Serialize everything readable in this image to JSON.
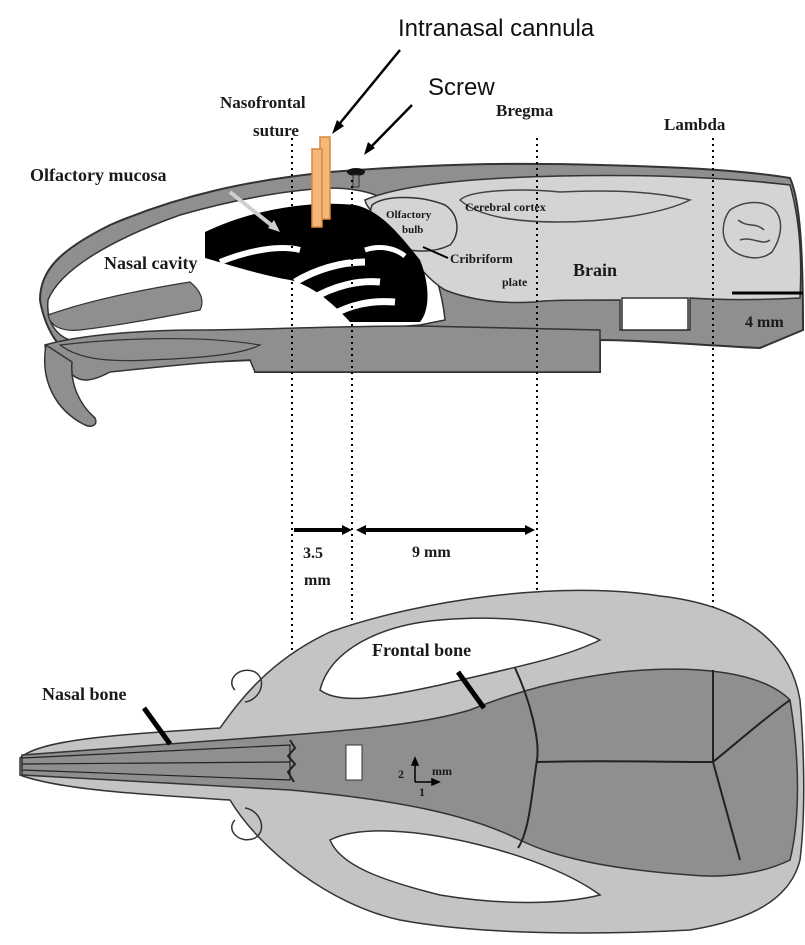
{
  "labels": {
    "intranasal_cannula": "Intranasal cannula",
    "screw": "Screw",
    "nasofrontal_line1": "Nasofrontal",
    "nasofrontal_line2": "suture",
    "bregma": "Bregma",
    "lambda": "Lambda",
    "olfactory_mucosa": "Olfactory mucosa",
    "olfactory_bulb_line1": "Olfactory",
    "olfactory_bulb_line2": "bulb",
    "cerebral_cortex": "Cerebral  cortex",
    "cribriform_line1": "Cribriform",
    "cribriform_line2": "plate",
    "brain": "Brain",
    "nasal_cavity": "Nasal cavity",
    "scale_bar": "4 mm",
    "dist_3_5_line1": "3.5",
    "dist_3_5_line2": "mm",
    "dist_9": "9 mm",
    "frontal_bone": "Frontal bone",
    "nasal_bone": "Nasal bone",
    "axis_2": "2",
    "axis_mm": "mm",
    "axis_1": "1"
  },
  "colors": {
    "bone_dark": "#8c8c8c",
    "bone_light": "#c4c4c4",
    "brain_fill": "#d4d4d4",
    "mucosa": "#000000",
    "cannula": "#f5b77a",
    "cannula_stroke": "#d9893a"
  }
}
